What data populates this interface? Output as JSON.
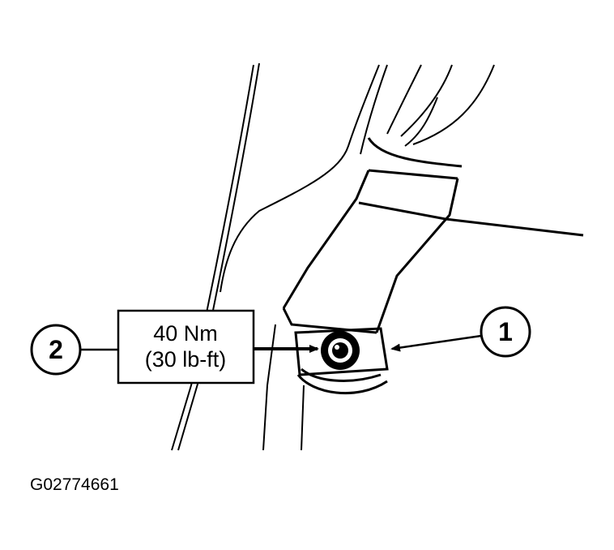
{
  "diagram": {
    "callouts": [
      {
        "number": "1"
      },
      {
        "number": "2"
      }
    ],
    "torque_spec": {
      "line1": "40 Nm",
      "line2": "(30 lb-ft)"
    },
    "figure_code": "G02774661"
  },
  "colors": {
    "ink": "#000000",
    "paper": "#ffffff"
  }
}
